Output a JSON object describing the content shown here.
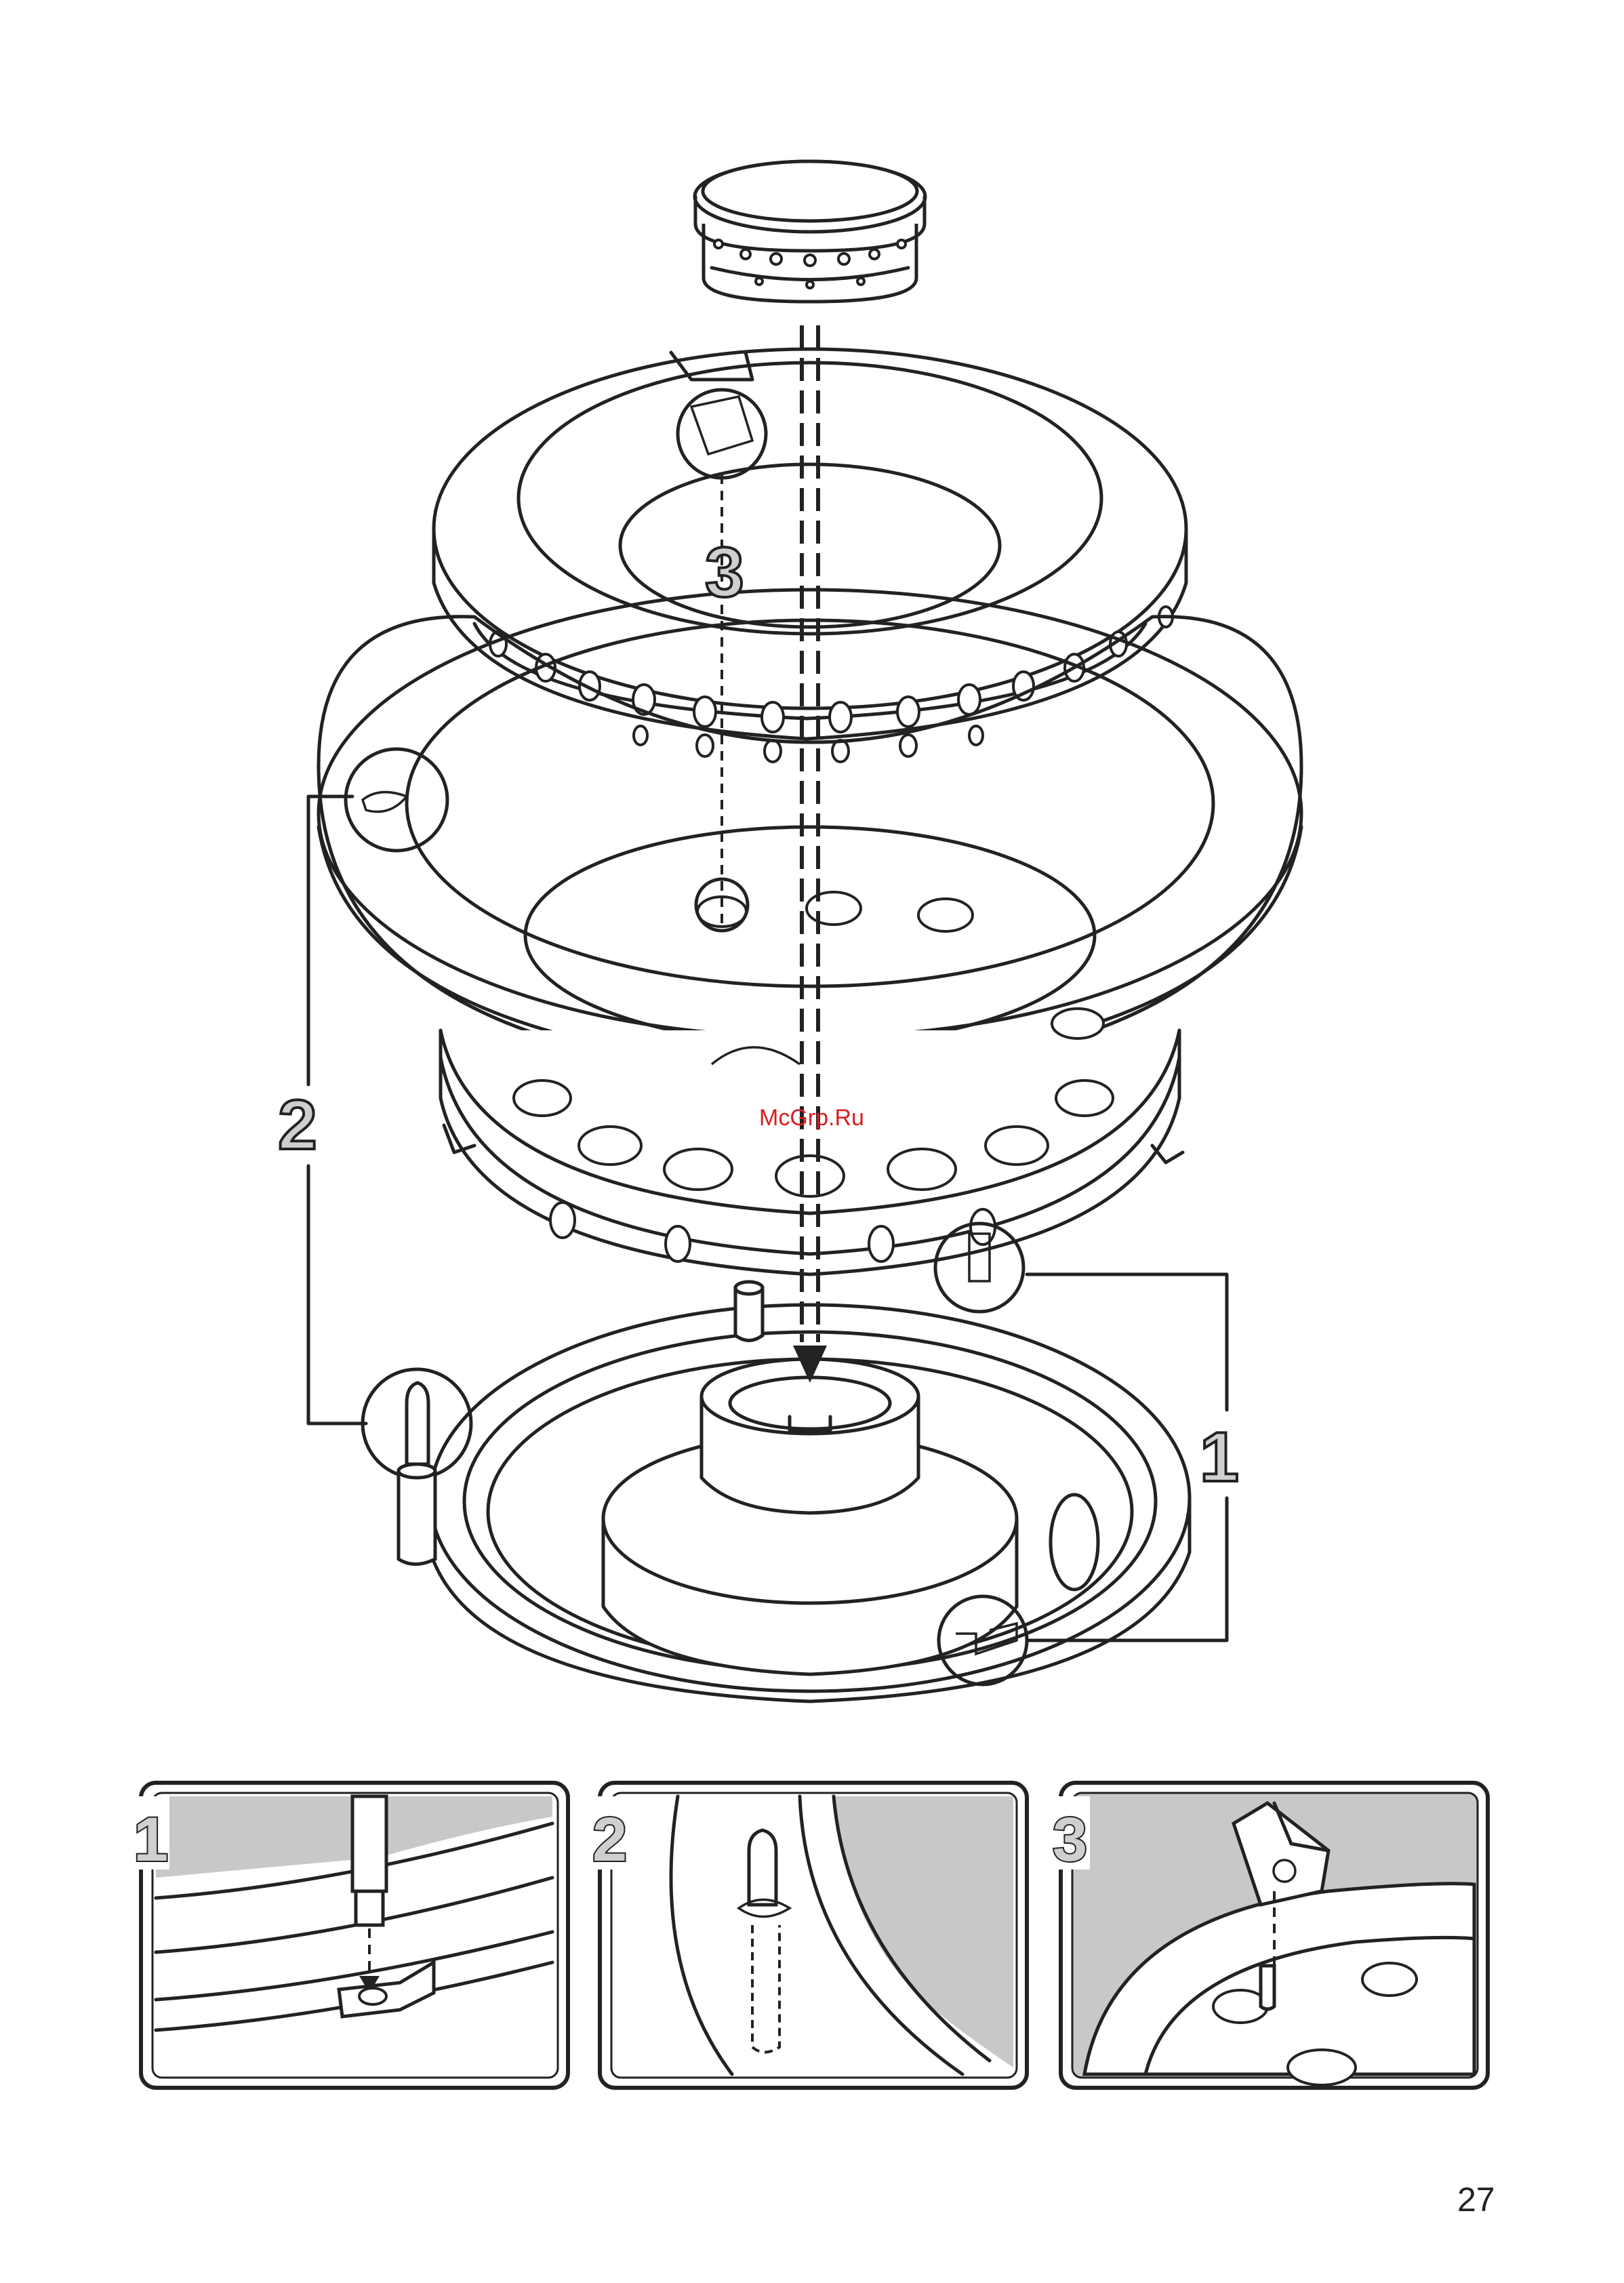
{
  "labels": {
    "part_3": "3",
    "dimension_2": "2",
    "dimension_1": "1",
    "detail_1": "1",
    "detail_2": "2",
    "detail_3": "3"
  },
  "watermark": "McGrp.Ru",
  "page_number": "27",
  "colors": {
    "line": "#222222",
    "shade": "#c8c8c8",
    "watermark": "#d81e1e"
  }
}
